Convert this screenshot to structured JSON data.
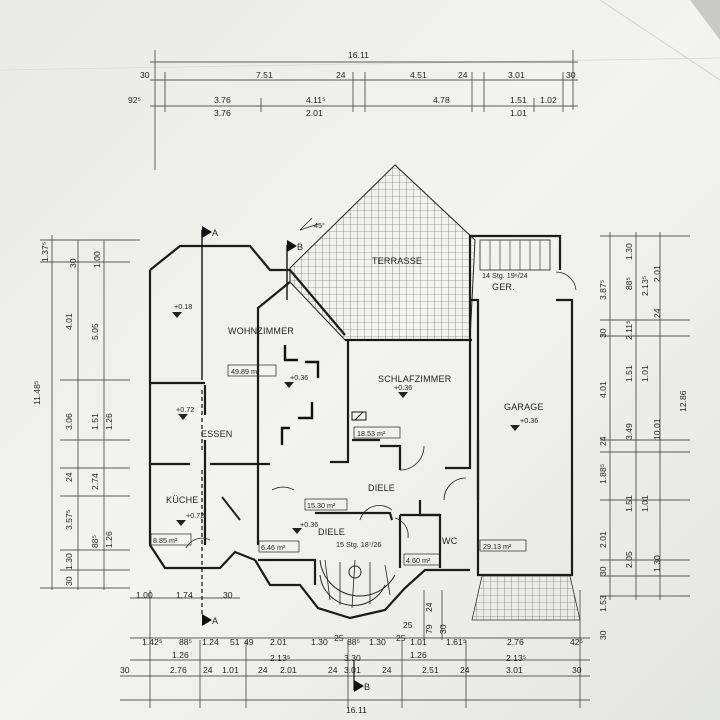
{
  "rooms": {
    "terrasse": "TERRASSE",
    "wohnzimmer": "WOHNZIMMER",
    "schlafzimmer": "SCHLAFZIMMER",
    "garage": "GARAGE",
    "essen": "ESSEN",
    "kueche": "KÜCHE",
    "diele_upper": "DIELE",
    "diele_lower": "DIELE",
    "wc": "WC",
    "ger": "GER."
  },
  "areas": {
    "wohnzimmer": "49.89 m²",
    "schlafzimmer": "18.53 m²",
    "garage": "29.13 m²",
    "kueche": "8.85 m²",
    "diele_small": "6.46 m²",
    "diele": "15.30 m²",
    "wc": "4.60 m²"
  },
  "levels": {
    "wohnzimmer": "+0.36",
    "essen_top": "+0.18",
    "essen": "+0.72",
    "kueche": "+0.72",
    "schlafzimmer": "+0.36",
    "garage": "+0.36",
    "diele": "+0.36"
  },
  "stairs": {
    "upper": "14 Stg. 19⁶/24",
    "lower": "15 Stg. 18⁷/26"
  },
  "sections": {
    "a_top": "A",
    "b_top": "B",
    "a_bottom": "A",
    "b_bottom": "B"
  },
  "angle": "45°",
  "dims": {
    "top": {
      "total": "16.11",
      "row1": [
        "30",
        "7.51",
        "24",
        "4.51",
        "24",
        "3.01",
        "30"
      ],
      "row2": [
        "92⁵",
        "3.76",
        "4.11⁵",
        "4.78",
        "1.51",
        "1.02"
      ],
      "row3": [
        "3.76",
        "2.01",
        "1.01"
      ]
    },
    "left": {
      "total": "11.48⁵",
      "outer": [
        "1.37⁵",
        "4.01",
        "3.06",
        "24",
        "3.57⁵",
        "1.30",
        "30"
      ],
      "mid": [
        "30",
        "1.00",
        "5.05",
        "1.51",
        "1.26",
        "2.74",
        "88⁵",
        "1.26"
      ]
    },
    "right": {
      "total": "12.86",
      "outer": [
        "3.87⁵",
        "30",
        "4.01",
        "24",
        "1.88⁵",
        "2.01",
        "30",
        "1.53",
        "30"
      ],
      "mid": [
        "1.30",
        "2.01",
        "2.13⁵",
        "24",
        "2.11⁵",
        "1.51",
        "1.01",
        "3.49",
        "1.51",
        "1.01",
        "2.05",
        "1.30"
      ],
      "inner": [
        "88⁵",
        "10.01"
      ]
    },
    "bottom": {
      "total": "16.11",
      "row1": [
        "1.00",
        "1.74",
        "30"
      ],
      "row2": [
        "1.42⁵",
        "88⁵",
        "1.24",
        "51",
        "49",
        "2.01",
        "1.30",
        "25",
        "88⁵",
        "1.30",
        "25",
        "1.01",
        "1.61⁵",
        "2.76",
        "42⁵"
      ],
      "row3": [
        "1.26",
        "2.13⁵",
        "3.30",
        "1.26",
        "2.13⁵"
      ],
      "row4": [
        "30",
        "2.76",
        "24",
        "1.01",
        "24",
        "2.01",
        "24",
        "3.01",
        "24",
        "2.51",
        "24",
        "3.01",
        "30"
      ],
      "extra": [
        "25",
        "24",
        "79",
        "30"
      ]
    }
  }
}
